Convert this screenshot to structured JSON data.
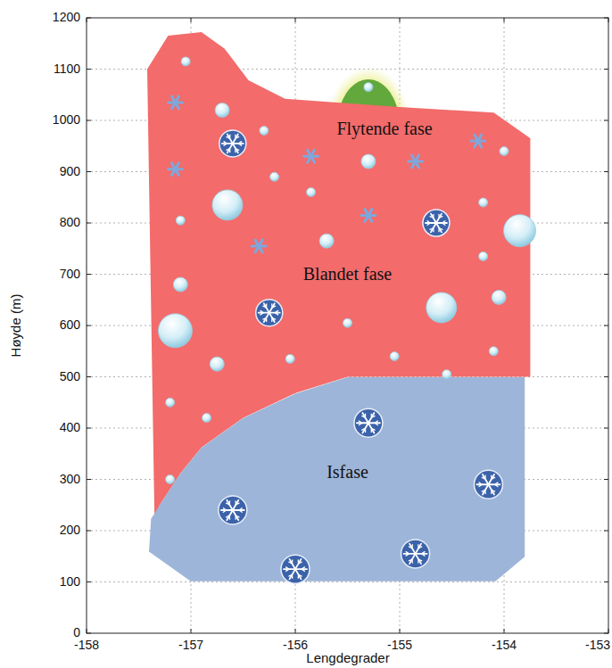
{
  "diagram": {
    "nodes": [
      {
        "text": [
          "Blandet fase"
        ]
      },
      {
        "text": [
          "Flytende fase"
        ],
        "in": 0
      },
      {
        "text": [
          "Isfase"
        ]
      }
    ],
    "labels": [
      "0",
      "100",
      "200",
      "300",
      "400",
      "500",
      "600",
      "700",
      "800",
      "900",
      "1000",
      "1100",
      "1200",
      "-158",
      "-157",
      "-156",
      "-155",
      "-154",
      "-153",
      "Høyde (m)",
      "Lengdegrader"
    ]
  }
}
